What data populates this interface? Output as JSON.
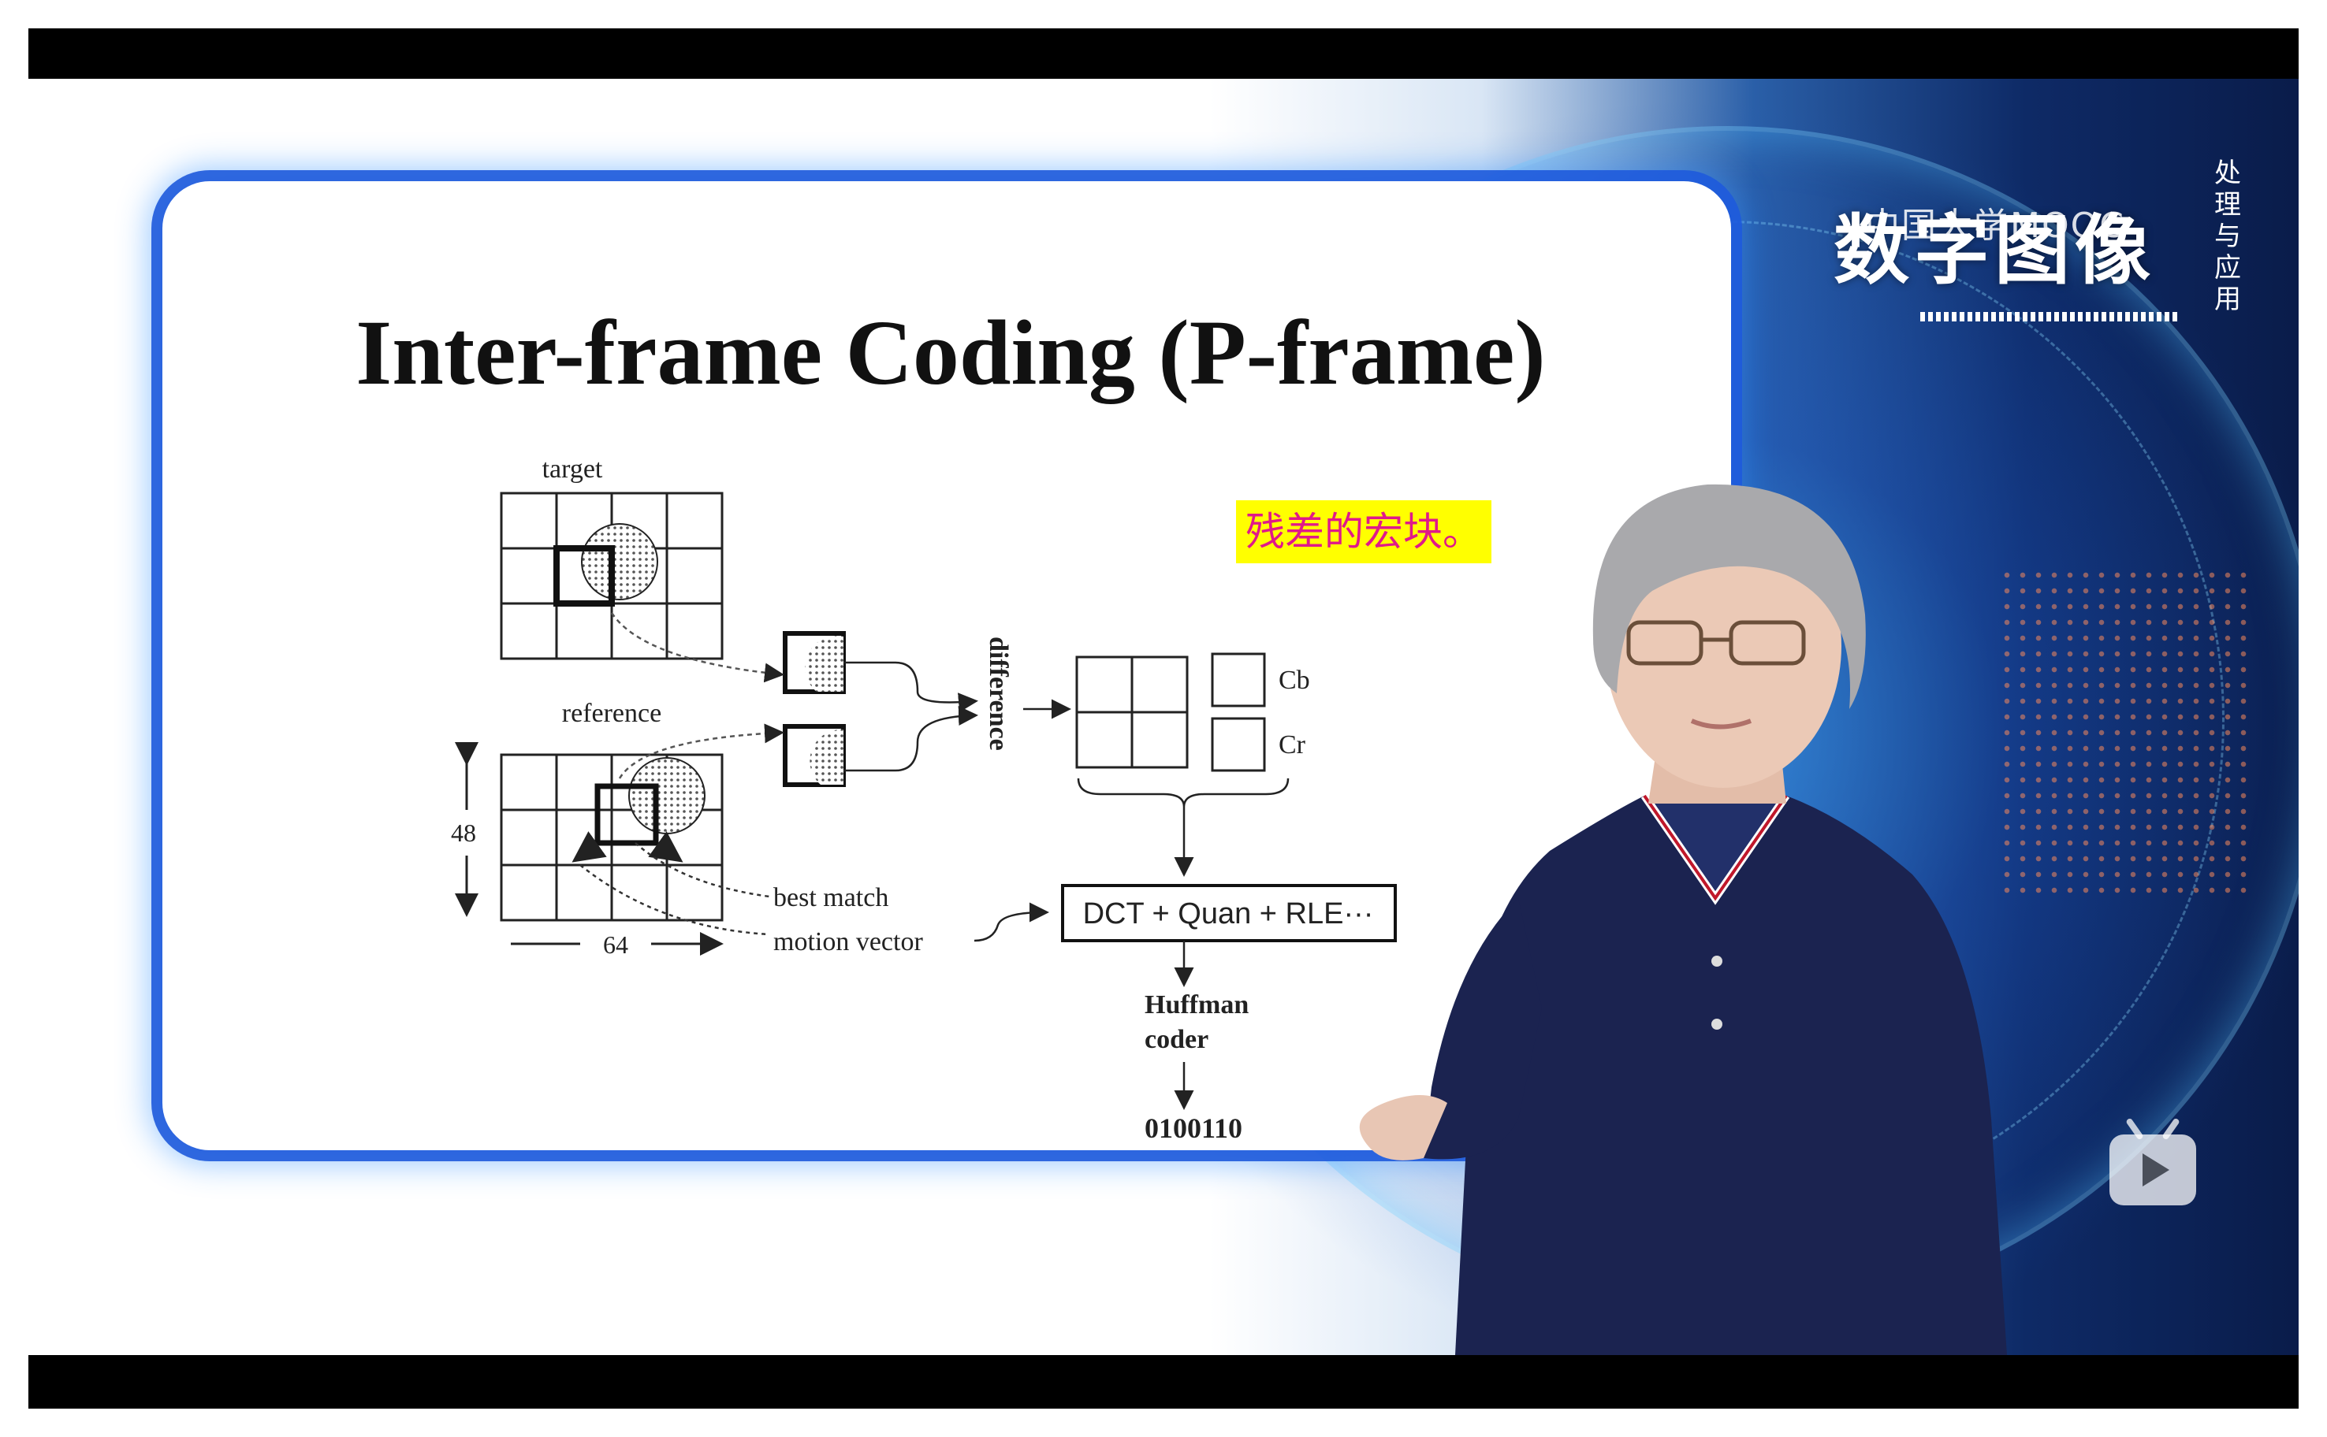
{
  "slide": {
    "title": "Inter-frame Coding (P-frame)"
  },
  "diagram": {
    "target_label": "target",
    "reference_label": "reference",
    "difference_label": "difference",
    "height_label": "48",
    "width_label": "64",
    "best_match_label": "best match",
    "motion_vector_label": "motion vector",
    "cb_label": "Cb",
    "cr_label": "Cr",
    "dct_label": "DCT + Quan + RLE···",
    "huffman_label": "Huffman",
    "coder_label": "coder",
    "bits_label": "0100110"
  },
  "subtitle": {
    "text": "残差的宏块。"
  },
  "logo": {
    "main": "数字图像",
    "org": "中国大学MOOC",
    "vertical": "处理与应用"
  },
  "colors": {
    "subtitle_bg": "#ffff00",
    "subtitle_fg": "#e0198a",
    "slide_border": "#1e5adc",
    "shirt": "#1b2350"
  },
  "icons": {
    "watermark": "bilibili-tv-icon"
  }
}
